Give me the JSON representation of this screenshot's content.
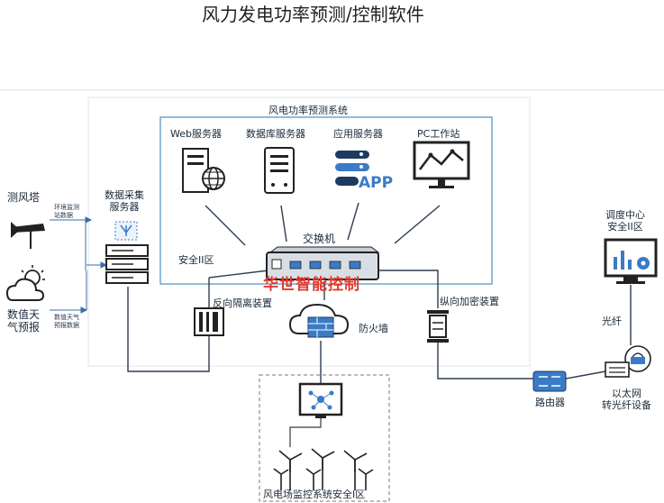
{
  "title": "风力发电功率预测/控制软件",
  "system_label": "风电功率预测系统",
  "servers": {
    "web": "Web服务器",
    "db": "数据库服务器",
    "app": "应用服务器",
    "pc": "PC工作站",
    "app_icon_text": "APP"
  },
  "switch_label": "交换机",
  "zone2_label": "安全II区",
  "collector": {
    "line1": "数据采集",
    "line2": "服务器"
  },
  "left_inputs": {
    "anemometer": "测风塔",
    "anemometer_data": {
      "line1": "环境监测",
      "line2": "站数据"
    },
    "forecast": {
      "line1": "数值天",
      "line2": "气预报"
    },
    "forecast_data": {
      "line1": "数值天气",
      "line2": "预报数据"
    }
  },
  "reverse_isolation": "反向隔离装置",
  "firewall": "防火墙",
  "vertical_encryption": "纵向加密装置",
  "dispatch": {
    "line1": "调度中心",
    "line2": "安全II区"
  },
  "fiber": "光纤",
  "router": "路由器",
  "ethernet_converter": {
    "line1": "以太网",
    "line2": "转光纤设备"
  },
  "farm_monitor": "风电场监控系统安全I区",
  "watermark": "华世智能控制"
}
